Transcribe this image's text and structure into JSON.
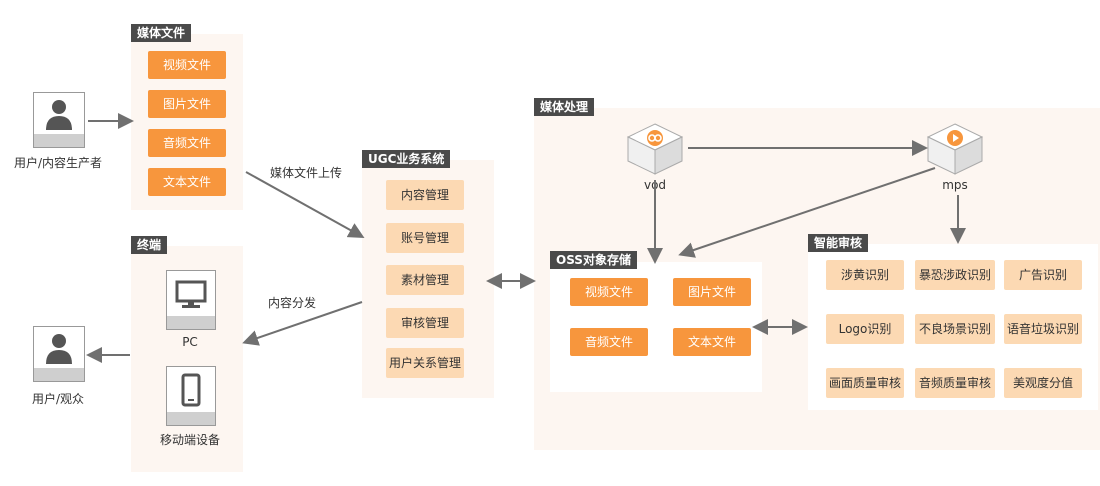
{
  "colors": {
    "accent_orange": "#f7963d",
    "light_orange": "#fcd9b3",
    "panel_bg": "#fdf6f1",
    "tag_bg": "#4a4a4a",
    "arrow": "#707070"
  },
  "users": {
    "producer_label": "用户/内容生产者",
    "viewer_label": "用户/观众",
    "icon": "person-icon"
  },
  "media_files": {
    "title": "媒体文件",
    "items": [
      "视频文件",
      "图片文件",
      "音频文件",
      "文本文件"
    ]
  },
  "terminal": {
    "title": "终端",
    "pc_label": "PC",
    "mobile_label": "移动端设备"
  },
  "edges": {
    "upload": "媒体文件上传",
    "distribute": "内容分发"
  },
  "ugc": {
    "title": "UGC业务系统",
    "items": [
      "内容管理",
      "账号管理",
      "素材管理",
      "审核管理",
      "用户关系管理"
    ]
  },
  "media_processing": {
    "title": "媒体处理",
    "vod_label": "vod",
    "mps_label": "mps"
  },
  "oss": {
    "title": "OSS对象存储",
    "items": [
      "视频文件",
      "图片文件",
      "音频文件",
      "文本文件"
    ]
  },
  "smart_review": {
    "title": "智能审核",
    "items": [
      "涉黄识别",
      "暴恐涉政识别",
      "广告识别",
      "Logo识别",
      "不良场景识别",
      "语音垃圾识别",
      "画面质量审核",
      "音频质量审核",
      "美观度分值"
    ]
  }
}
